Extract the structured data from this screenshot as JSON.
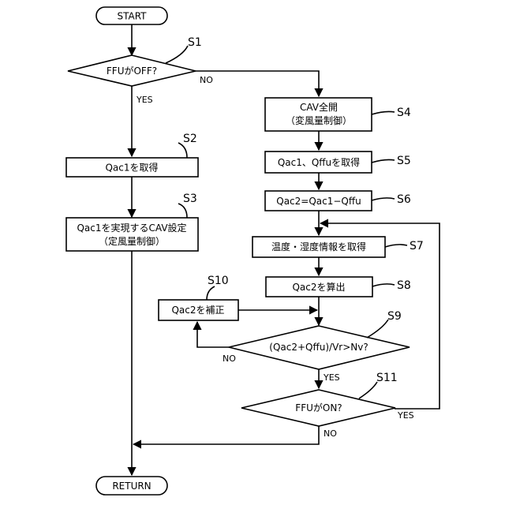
{
  "terminals": {
    "start": "START",
    "return": "RETURN"
  },
  "steps": {
    "s1": {
      "id": "S1",
      "line1": "FFUがOFF?"
    },
    "s2": {
      "id": "S2",
      "line1": "Qac1を取得"
    },
    "s3": {
      "id": "S3",
      "line1": "Qac1を実現するCAV設定",
      "line2": "（定風量制御）"
    },
    "s4": {
      "id": "S4",
      "line1": "CAV全開",
      "line2": "（変風量制御）"
    },
    "s5": {
      "id": "S5",
      "line1": "Qac1、Qffuを取得"
    },
    "s6": {
      "id": "S6",
      "line1": "Qac2=Qac1−Qffu"
    },
    "s7": {
      "id": "S7",
      "line1": "温度・湿度情報を取得"
    },
    "s8": {
      "id": "S8",
      "line1": "Qac2を算出"
    },
    "s9": {
      "id": "S9",
      "line1": "(Qac2+Qffu)/Vr>Nv?"
    },
    "s10": {
      "id": "S10",
      "line1": "Qac2を補正"
    },
    "s11": {
      "id": "S11",
      "line1": "FFUがON?"
    }
  },
  "branches": {
    "yes": "YES",
    "no": "NO"
  }
}
